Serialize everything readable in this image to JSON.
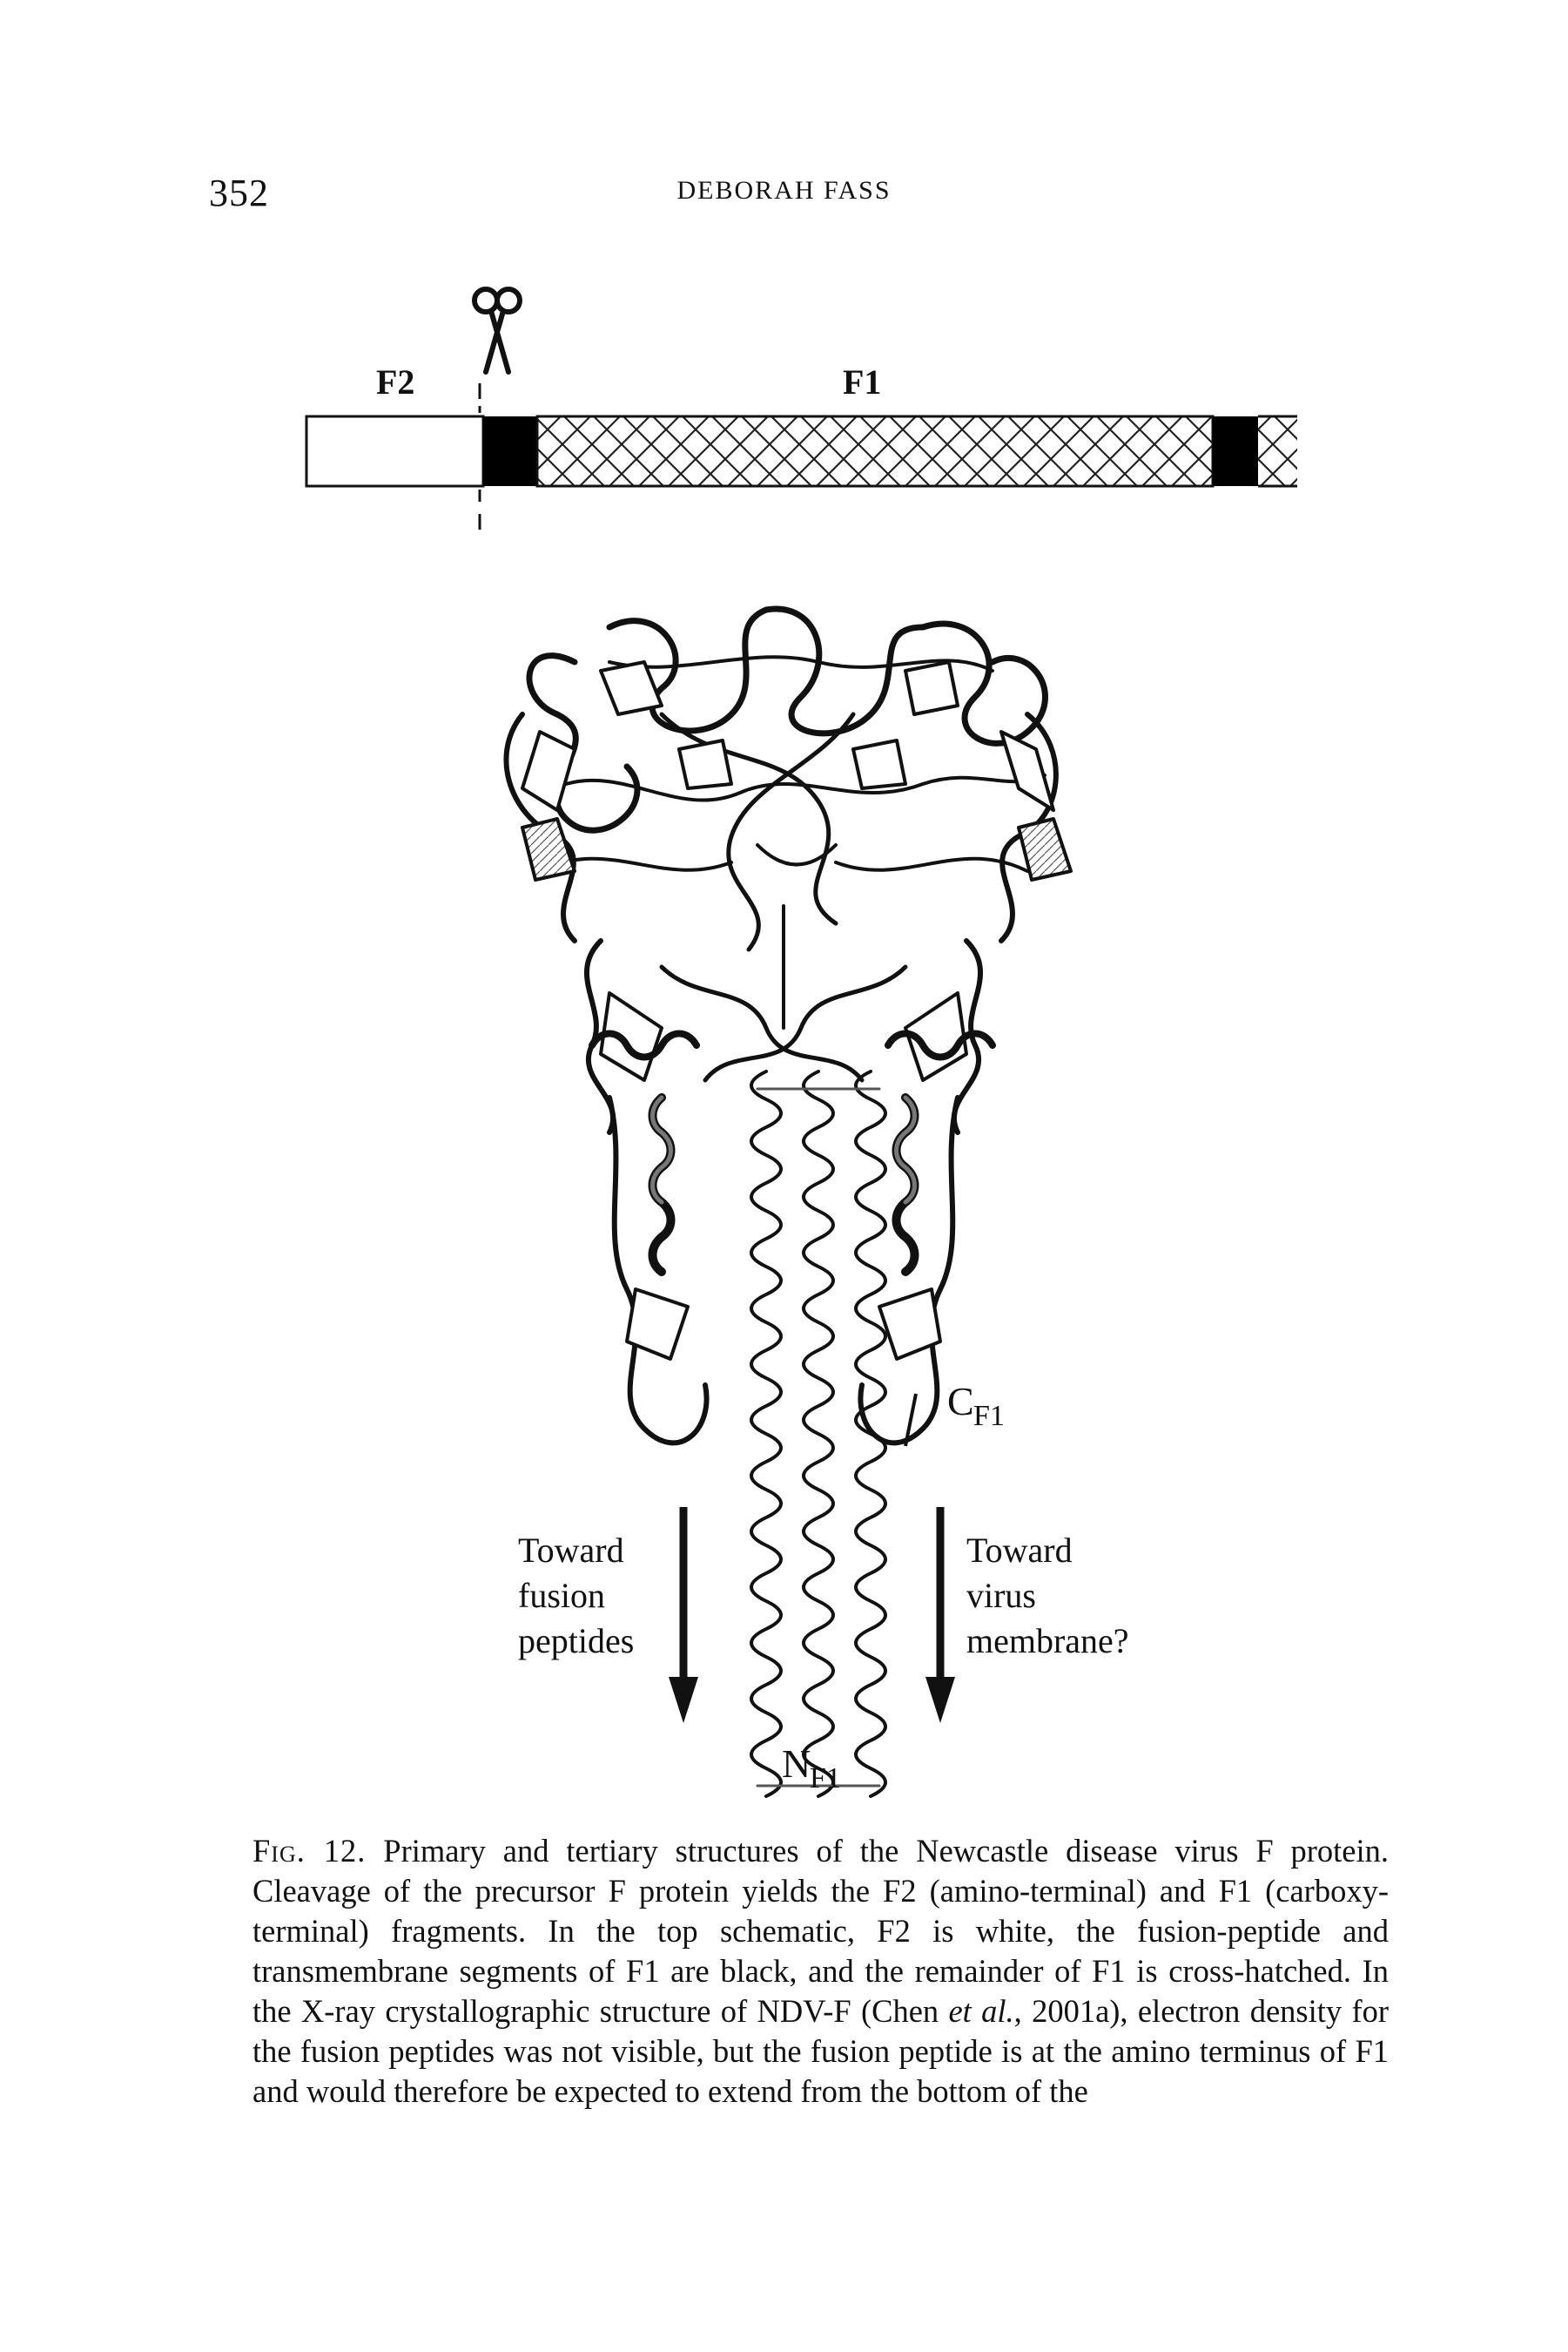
{
  "header": {
    "page_number": "352",
    "running_head": "DEBORAH FASS"
  },
  "figure": {
    "schematic": {
      "label_f2": "F2",
      "label_f1": "F1",
      "cleavage_icon": "scissors-icon",
      "segments": [
        {
          "name": "F2",
          "fill": "#ffffff",
          "pattern": "solid"
        },
        {
          "name": "fusion-peptide",
          "fill": "#000000",
          "pattern": "solid"
        },
        {
          "name": "F1-remainder",
          "fill": "#ffffff",
          "pattern": "cross-hatched"
        },
        {
          "name": "transmembrane",
          "fill": "#000000",
          "pattern": "solid"
        }
      ]
    },
    "structure": {
      "label_c_base": "C",
      "label_c_sub": "F1",
      "label_n_base": "N",
      "label_n_sub": "F1",
      "left_arrow_lines": [
        "Toward",
        "fusion",
        "peptides"
      ],
      "right_arrow_lines": [
        "Toward",
        "virus",
        "membrane?"
      ]
    }
  },
  "caption": {
    "label": "Fig. 12.",
    "text_1": "Primary and tertiary structures of the Newcastle disease virus F protein. Cleavage of the precursor F protein yields the F2 (amino-terminal) and F1 (carboxy-terminal) fragments. In the top schematic, F2 is white, the fusion-peptide and transmembrane segments of F1 are black, and the remainder of F1 is cross-hatched. In the X-ray crystallographic structure of NDV-F (Chen ",
    "et_al": "et al.",
    "text_2": ", 2001a), electron density for the fusion peptides was not visible, but the fusion peptide is at the amino terminus of F1 and would therefore be expected to extend from the bottom of the"
  }
}
